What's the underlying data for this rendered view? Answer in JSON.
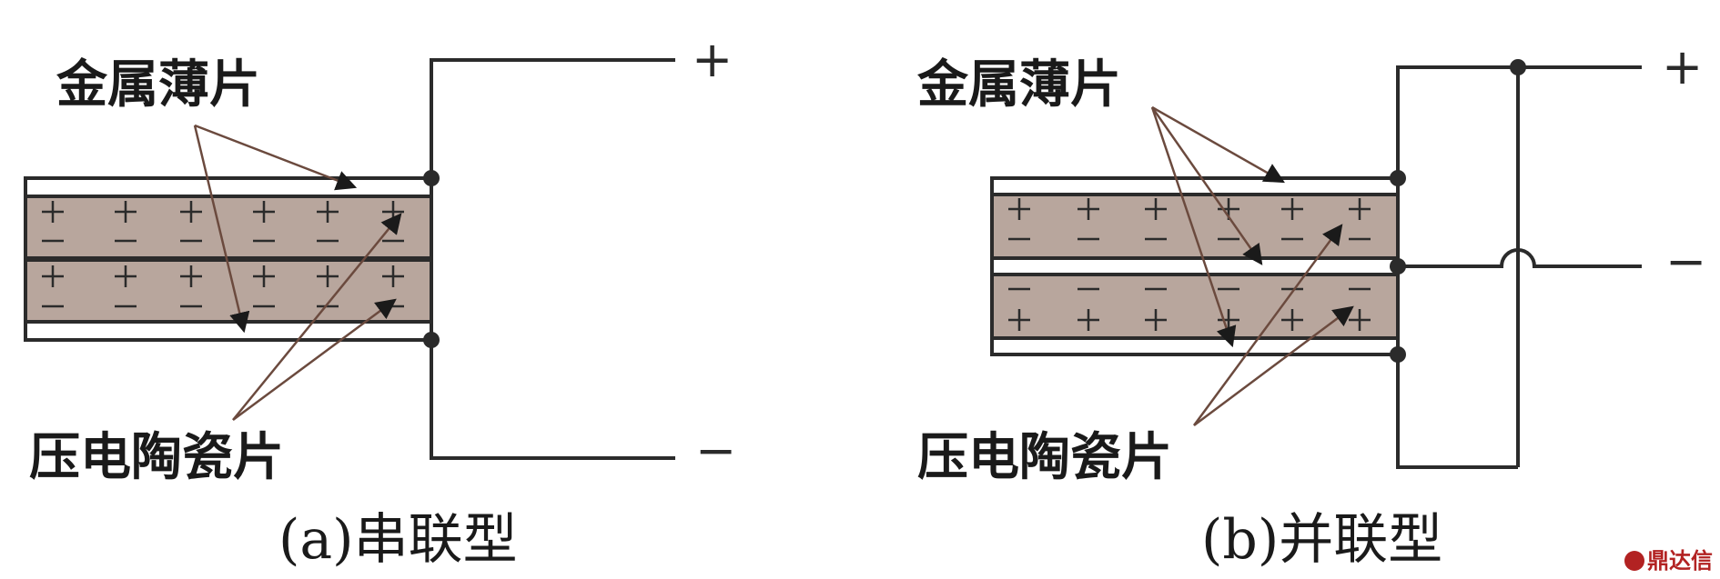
{
  "diagram_a": {
    "label_metal": "金属薄片",
    "label_ceramic": "压电陶瓷片",
    "caption": "(a)串联型",
    "terminal_pos": "+",
    "terminal_neg": "−"
  },
  "diagram_b": {
    "label_metal": "金属薄片",
    "label_ceramic": "压电陶瓷片",
    "caption": "(b)并联型",
    "terminal_pos": "+",
    "terminal_neg": "−"
  },
  "watermark": "鼎达信",
  "colors": {
    "ceramic": "#b8a69d",
    "line": "#2b2b2b",
    "arrow": "#6b4a3e"
  }
}
